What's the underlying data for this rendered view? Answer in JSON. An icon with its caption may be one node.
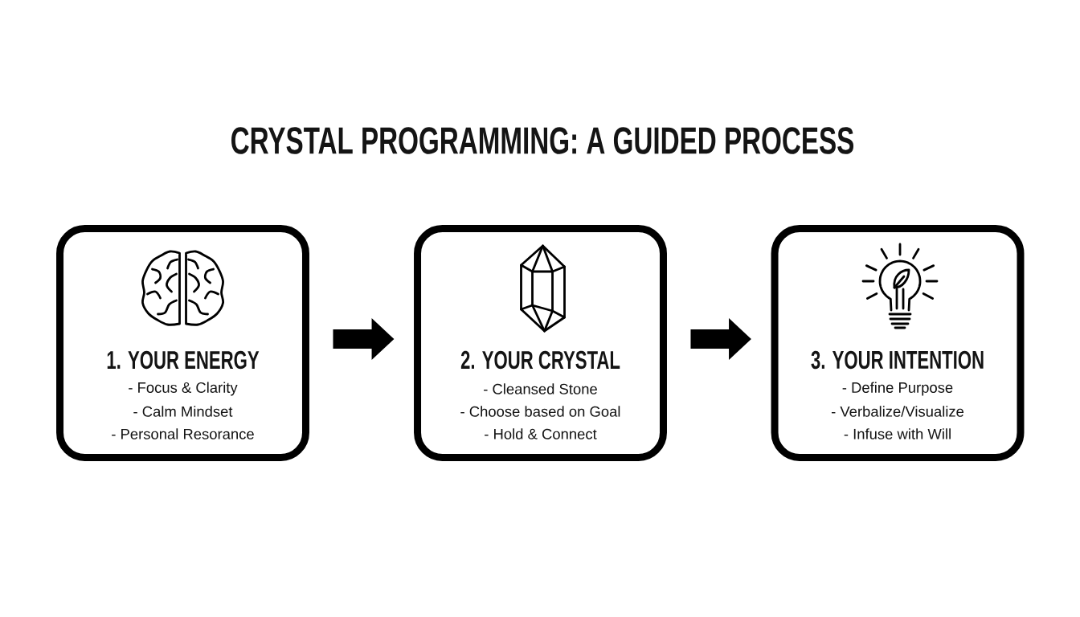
{
  "diagram": {
    "title": "CRYSTAL PROGRAMMING: A GUIDED PROCESS",
    "nodes": [
      {
        "text": [
          "1. YOUR ENERGY",
          "- Focus & Clarity",
          "- Calm Mindset",
          "- Personal Resorance"
        ]
      },
      {
        "text": [
          "2. YOUR CRYSTAL",
          "- Cleansed Stone",
          "- Choose based on Goal",
          "- Hold & Connect"
        ]
      },
      {
        "text": [
          "3. YOUR INTENTION",
          "- Define Purpose",
          "- Verbalize/Visualize",
          "- Infuse with Will"
        ]
      }
    ],
    "edges": [
      {
        "from": 0,
        "to": 1,
        "arrow": "to"
      },
      {
        "from": 1,
        "to": 2,
        "arrow": "to"
      }
    ]
  }
}
